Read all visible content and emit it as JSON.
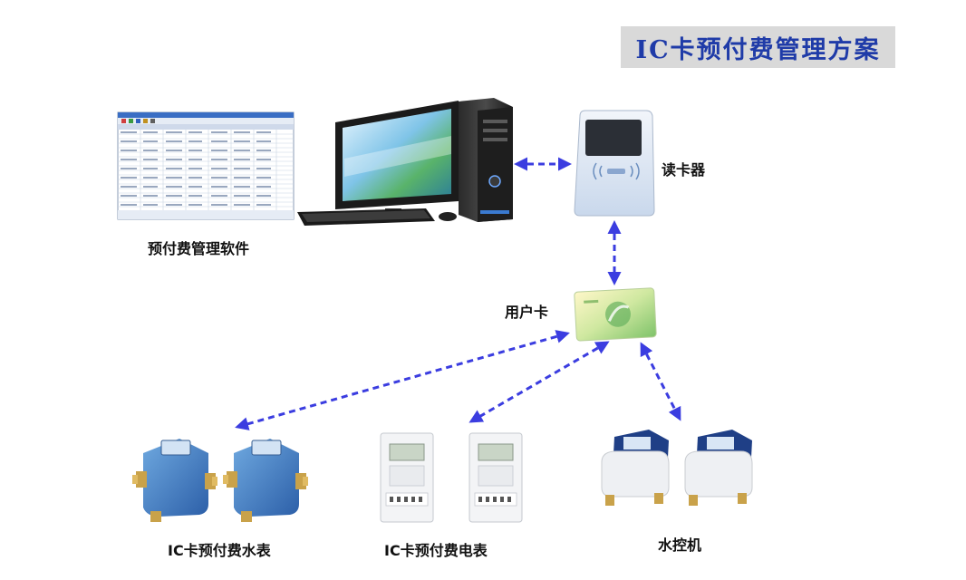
{
  "title": "IC卡预付费管理方案",
  "labels": {
    "software": "预付费管理软件",
    "card_reader": "读卡器",
    "user_card": "用户卡",
    "water_meter": "IC卡预付费水表",
    "electric_meter": "IC卡预付费电表",
    "water_controller": "水控机"
  },
  "colors": {
    "arrow": "#3b3de0",
    "title_text": "#1f3ba8",
    "title_bg": "#d9d9d9"
  }
}
